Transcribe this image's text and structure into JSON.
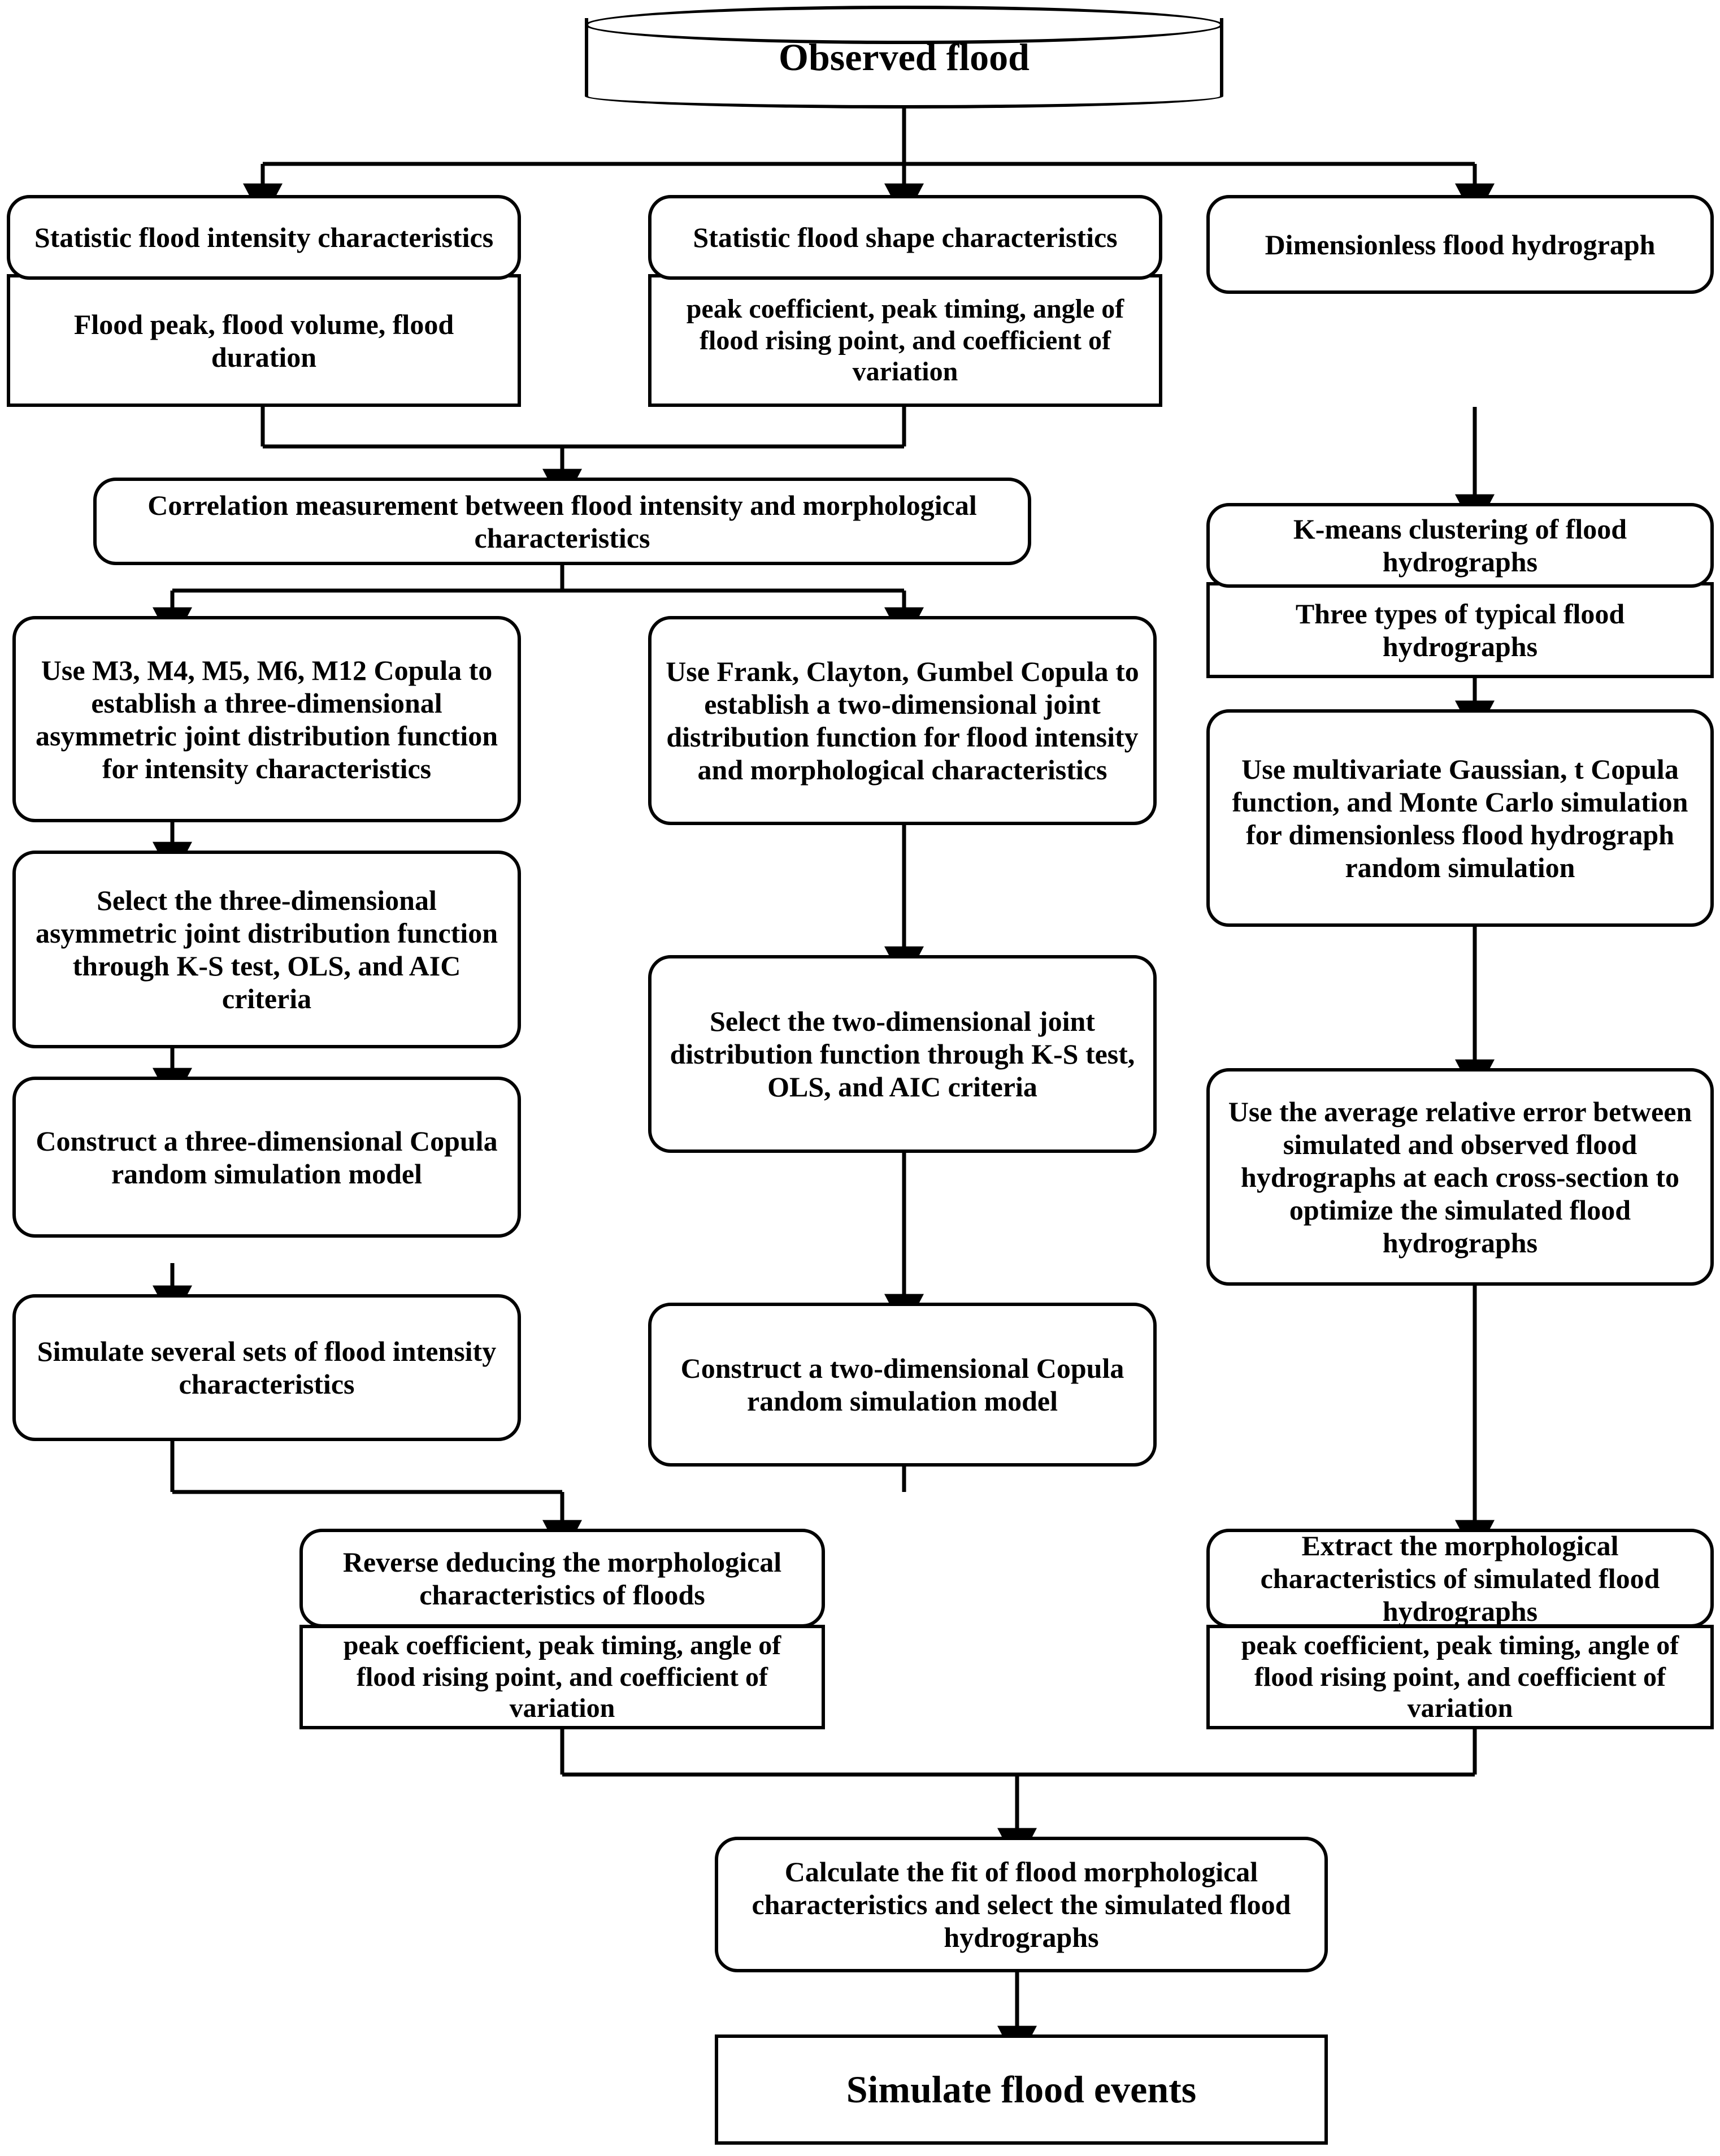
{
  "diagram": {
    "title": "Flood simulation methodology flowchart",
    "stroke_color": "#000000",
    "background_color": "#ffffff"
  },
  "nodes": {
    "observed_flood": "Observed flood",
    "stat_intensity_head": "Statistic flood intensity characteristics",
    "stat_intensity_body": "Flood peak, flood volume, flood duration",
    "stat_shape_head": "Statistic flood shape characteristics",
    "stat_shape_body": "peak coefficient, peak timing, angle of flood rising point, and coefficient of variation",
    "dimensionless_hydrograph": "Dimensionless flood hydrograph",
    "correlation": "Correlation measurement between flood intensity and morphological characteristics",
    "kmeans_head": "K-means clustering of flood hydrographs",
    "kmeans_body": "Three types of typical flood hydrographs",
    "copula_3d": "Use M3, M4, M5, M6, M12 Copula to establish a three-dimensional asymmetric joint distribution function for intensity characteristics",
    "copula_2d": "Use Frank, Clayton, Gumbel Copula to establish a two-dimensional joint distribution function for flood intensity and morphological characteristics",
    "multivariate_gaussian": "Use multivariate Gaussian, t Copula function, and Monte Carlo simulation for dimensionless flood hydrograph random simulation",
    "select_3d": "Select the three-dimensional asymmetric joint distribution function through K-S test, OLS, and AIC criteria",
    "select_2d": "Select the two-dimensional joint distribution function through K-S test, OLS, and AIC criteria",
    "construct_3d": "Construct a three-dimensional Copula random simulation model",
    "avg_relative_error": "Use the average relative error between simulated and observed flood hydrographs at each cross-section to optimize the simulated flood hydrographs",
    "simulate_intensity": "Simulate several sets of flood intensity characteristics",
    "construct_2d": "Construct a two-dimensional Copula random simulation model",
    "reverse_deducing_head": "Reverse deducing the morphological characteristics of floods",
    "reverse_deducing_body": "peak coefficient, peak timing, angle of flood rising point, and coefficient of variation",
    "extract_morph_head": "Extract the morphological characteristics of simulated flood hydrographs",
    "extract_morph_body": "peak coefficient, peak timing, angle of flood rising point, and coefficient of variation",
    "calculate_fit": "Calculate the fit of flood morphological characteristics and select the simulated flood hydrographs",
    "simulate_flood_events": "Simulate flood events"
  }
}
